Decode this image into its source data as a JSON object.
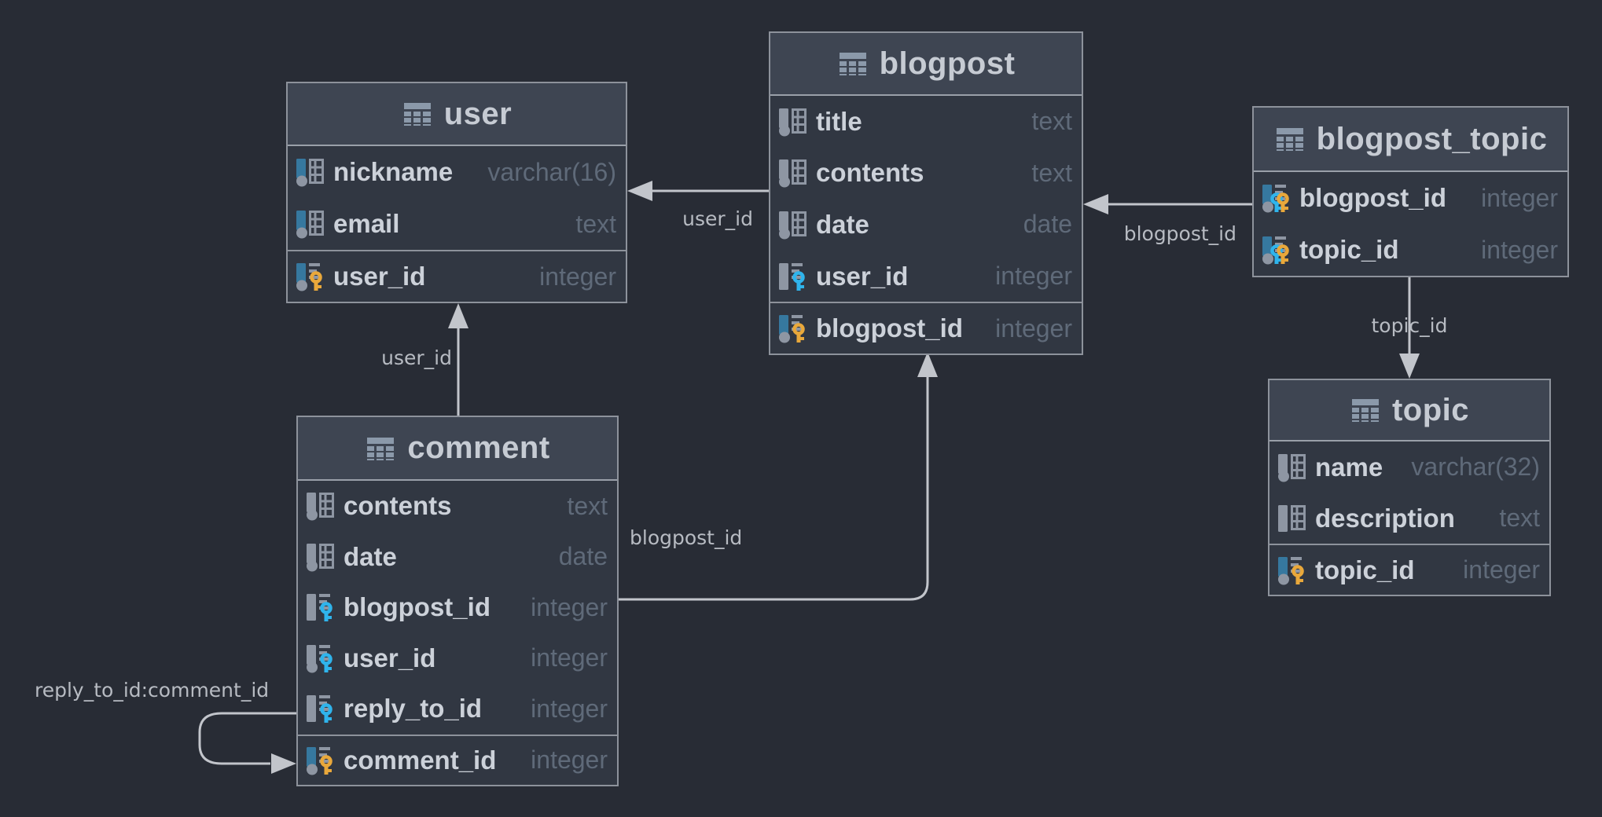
{
  "diagram": {
    "tables": [
      {
        "id": "user",
        "title": "user",
        "header_icon": "table-icon",
        "columns": [
          {
            "name": "nickname",
            "type": "varchar(16)",
            "icon": "column-icon",
            "bar": "blue",
            "dot": true,
            "glyph": "grid",
            "key": null
          },
          {
            "name": "email",
            "type": "text",
            "icon": "column-icon",
            "bar": "blue",
            "dot": true,
            "glyph": "grid",
            "key": null
          },
          {
            "name": "user_id",
            "type": "integer",
            "icon": "primary-key-icon",
            "bar": "blue",
            "dot": true,
            "glyph": "lines",
            "key": "gold",
            "section_separator": true
          }
        ]
      },
      {
        "id": "blogpost",
        "title": "blogpost",
        "header_icon": "table-icon",
        "columns": [
          {
            "name": "title",
            "type": "text",
            "icon": "column-icon",
            "bar": "gray",
            "dot": true,
            "glyph": "grid",
            "key": null
          },
          {
            "name": "contents",
            "type": "text",
            "icon": "column-icon",
            "bar": "gray",
            "dot": true,
            "glyph": "grid",
            "key": null
          },
          {
            "name": "date",
            "type": "date",
            "icon": "column-icon",
            "bar": "gray",
            "dot": true,
            "glyph": "grid",
            "key": null
          },
          {
            "name": "user_id",
            "type": "integer",
            "icon": "foreign-key-icon",
            "bar": "gray",
            "dot": false,
            "glyph": "lines",
            "key": "blue"
          },
          {
            "name": "blogpost_id",
            "type": "integer",
            "icon": "primary-key-icon",
            "bar": "blue",
            "dot": true,
            "glyph": "lines",
            "key": "gold",
            "section_separator": true
          }
        ]
      },
      {
        "id": "blogpost_topic",
        "title": "blogpost_topic",
        "header_icon": "table-icon",
        "columns": [
          {
            "name": "blogpost_id",
            "type": "integer",
            "icon": "primary-foreign-key-icon",
            "bar": "blue",
            "dot": true,
            "glyph": "lines",
            "key": "both"
          },
          {
            "name": "topic_id",
            "type": "integer",
            "icon": "primary-foreign-key-icon",
            "bar": "blue",
            "dot": true,
            "glyph": "lines",
            "key": "both"
          }
        ]
      },
      {
        "id": "topic",
        "title": "topic",
        "header_icon": "table-icon",
        "columns": [
          {
            "name": "name",
            "type": "varchar(32)",
            "icon": "column-icon",
            "bar": "gray",
            "dot": true,
            "glyph": "grid",
            "key": null
          },
          {
            "name": "description",
            "type": "text",
            "icon": "column-icon",
            "bar": "gray",
            "dot": false,
            "glyph": "grid",
            "key": null
          },
          {
            "name": "topic_id",
            "type": "integer",
            "icon": "primary-key-icon",
            "bar": "blue",
            "dot": true,
            "glyph": "lines",
            "key": "gold",
            "section_separator": true
          }
        ]
      },
      {
        "id": "comment",
        "title": "comment",
        "header_icon": "table-icon",
        "columns": [
          {
            "name": "contents",
            "type": "text",
            "icon": "column-icon",
            "bar": "gray",
            "dot": true,
            "glyph": "grid",
            "key": null
          },
          {
            "name": "date",
            "type": "date",
            "icon": "column-icon",
            "bar": "gray",
            "dot": true,
            "glyph": "grid",
            "key": null
          },
          {
            "name": "blogpost_id",
            "type": "integer",
            "icon": "foreign-key-icon",
            "bar": "gray",
            "dot": false,
            "glyph": "lines",
            "key": "blue"
          },
          {
            "name": "user_id",
            "type": "integer",
            "icon": "foreign-key-icon",
            "bar": "gray",
            "dot": true,
            "glyph": "lines",
            "key": "blue"
          },
          {
            "name": "reply_to_id",
            "type": "integer",
            "icon": "foreign-key-icon",
            "bar": "gray",
            "dot": false,
            "glyph": "lines",
            "key": "blue"
          },
          {
            "name": "comment_id",
            "type": "integer",
            "icon": "primary-key-icon",
            "bar": "blue",
            "dot": true,
            "glyph": "lines",
            "key": "gold",
            "section_separator": true
          }
        ]
      }
    ],
    "relations": [
      {
        "label": "user_id",
        "from": "blogpost",
        "to": "user"
      },
      {
        "label": "user_id",
        "from": "comment",
        "to": "user"
      },
      {
        "label": "blogpost_id",
        "from": "blogpost_topic",
        "to": "blogpost"
      },
      {
        "label": "topic_id",
        "from": "blogpost_topic",
        "to": "topic"
      },
      {
        "label": "blogpost_id",
        "from": "comment",
        "to": "blogpost"
      },
      {
        "label": "reply_to_id:comment_id",
        "from": "comment",
        "to": "comment"
      }
    ],
    "colors": {
      "background": "#282c35",
      "table_body": "#313742",
      "table_header": "#3e4552",
      "border": "#8d929b",
      "title_text": "#c6cbd3",
      "column_text": "#ccd1d9",
      "type_text": "#5f6a79",
      "edge": "#c2c5cb",
      "edge_label": "#b7bbc2",
      "notnull_bar_blue": "#36789f",
      "nullable_gray": "#8e96a3",
      "primary_key_gold": "#e9a83b",
      "foreign_key_blue": "#2fb4ec"
    }
  }
}
